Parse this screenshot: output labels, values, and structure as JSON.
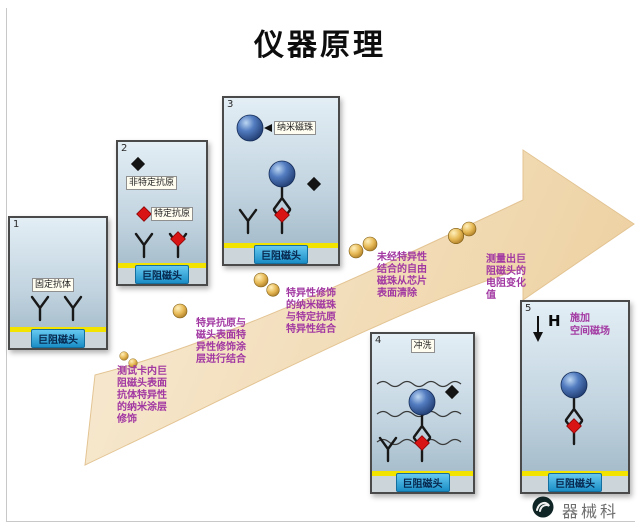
{
  "title": "仪器原理",
  "panels": [
    {
      "num": "1",
      "gmr": "巨阻磁头",
      "label_fixed_antibody": "固定抗体"
    },
    {
      "num": "2",
      "gmr": "巨阻磁头",
      "label_nonspecific": "非特定抗原",
      "label_specific": "特定抗原"
    },
    {
      "num": "3",
      "gmr": "巨阻磁头",
      "label_bead": "纳米磁珠"
    },
    {
      "num": "4",
      "gmr": "巨阻磁头",
      "label_wash": "冲洗"
    },
    {
      "num": "5",
      "gmr": "巨阻磁头",
      "label_field_symbol": "H",
      "label_field_note": "施加\n空间磁场"
    }
  ],
  "annotations": {
    "step1": "测试卡内巨阻磁头表面抗体特异性的纳米涂层修饰",
    "step2": "特异抗原与磁头表面特异性修饰涂层进行结合",
    "step3": "特异性修饰的纳米磁珠与特定抗原特异性结合",
    "step4": "未经特异性结合的自由磁珠从芯片表面清除",
    "step5": "测量出巨阻磁头的电阻变化值"
  },
  "footer": {
    "brand": "器械科"
  },
  "colors": {
    "accent_blue": "#2da0dc",
    "strip_yellow": "#f2e300",
    "annotation_purple": "#a238a2",
    "arrow_tan": "#f2debc",
    "bead_gold": "#e0b050",
    "sphere_blue": "#3a5fa5",
    "antigen_red": "#d81414"
  }
}
